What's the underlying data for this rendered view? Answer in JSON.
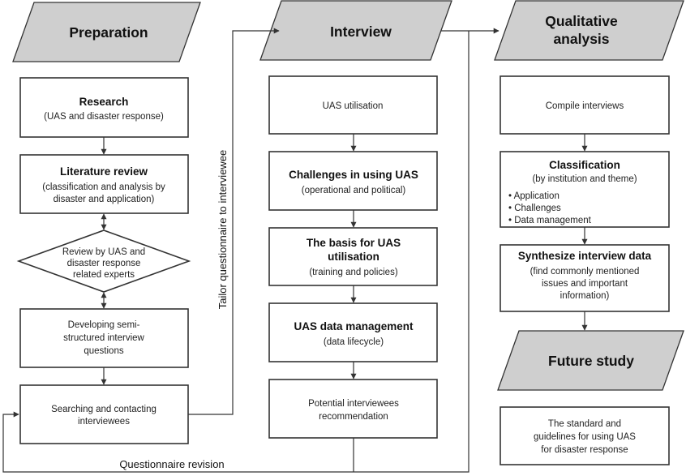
{
  "headers": {
    "preparation": "Preparation",
    "interview": "Interview",
    "qualitative_1": "Qualitative",
    "qualitative_2": "analysis",
    "future": "Future study"
  },
  "preparation": {
    "research_title": "Research",
    "research_sub": "(UAS and disaster response)",
    "literature_title": "Literature review",
    "literature_sub_1": "(classification and analysis by",
    "literature_sub_2": "disaster and application)",
    "review_1": "Review by UAS and",
    "review_2": "disaster response",
    "review_3": "related experts",
    "developing_1": "Developing semi-",
    "developing_2": "structured interview",
    "developing_3": "questions",
    "searching_1": "Searching and contacting",
    "searching_2": "interviewees"
  },
  "interview": {
    "utilisation": "UAS utilisation",
    "challenges_title": "Challenges in using UAS",
    "challenges_sub": "(operational and political)",
    "basis_title_1": "The basis for UAS",
    "basis_title_2": "utilisation",
    "basis_sub": "(training and policies)",
    "data_title": "UAS data management",
    "data_sub": "(data lifecycle)",
    "potential_1": "Potential interviewees",
    "potential_2": "recommendation"
  },
  "analysis": {
    "compile": "Compile interviews",
    "classification_title": "Classification",
    "classification_sub": "(by institution and theme)",
    "bullets": [
      "• Application",
      "• Challenges",
      "• Data management"
    ],
    "synth_title": "Synthesize interview data",
    "synth_1": "(find commonly mentioned",
    "synth_2": "issues and important",
    "synth_3": "information)"
  },
  "future": {
    "line_1": "The standard and",
    "line_2": "guidelines for using UAS",
    "line_3": "for disaster response"
  },
  "labels": {
    "tailor": "Tailor questionnaire to interviewee",
    "revision": "Questionnaire revision"
  }
}
